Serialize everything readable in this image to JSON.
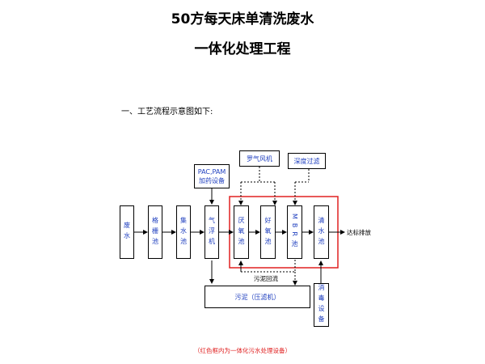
{
  "title_line1": "50方每天床单清洗废水",
  "title_line2": "一体化处理工程",
  "section_heading": "一、工艺流程示意图如下:",
  "nodes": {
    "wastewater": "废水",
    "grille": "格栅池",
    "collection": "集水池",
    "air_flotation": "气浮机",
    "anoxic": "厌氧池",
    "aerobic": "好氧池",
    "mbr": "MBR池",
    "clear_water": "清水池",
    "dosing": "PAC,PAM加药设备",
    "blower": "罗气风机",
    "deep_filter": "深度过滤",
    "disinfection": "消毒设备",
    "sludge": "污泥（压滤机）"
  },
  "labels": {
    "discharge": "达标排放",
    "sludge_return": "污泥回流"
  },
  "footnote": "（红色框内为一体化污水处理设备）",
  "colors": {
    "frame_red": "#e02020",
    "node_text": "#1f3fbf"
  }
}
